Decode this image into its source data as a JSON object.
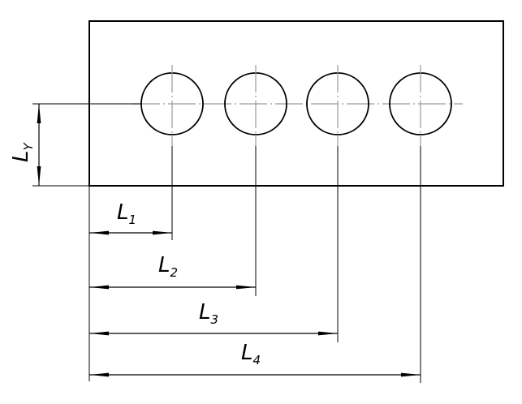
{
  "labels": {
    "ly": {
      "main": "L",
      "sub": "Y"
    },
    "l1": {
      "main": "L",
      "sub": "1"
    },
    "l2": {
      "main": "L",
      "sub": "2"
    },
    "l3": {
      "main": "L",
      "sub": "3"
    },
    "l4": {
      "main": "L",
      "sub": "4"
    }
  }
}
